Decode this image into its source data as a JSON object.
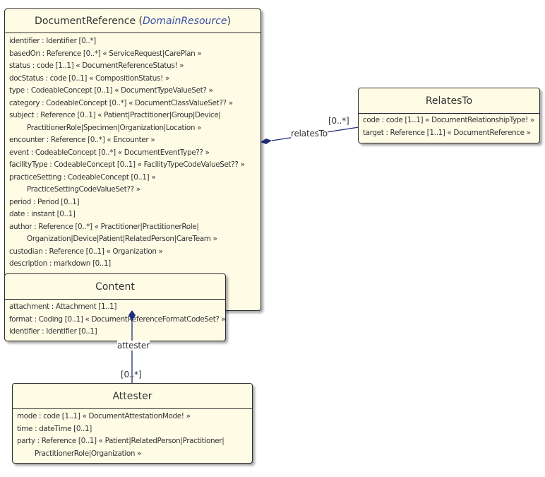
{
  "classes": {
    "document_reference": {
      "name": "DocumentReference",
      "stereotype_open": " (",
      "stereotype": "DomainResource",
      "stereotype_close": ")",
      "attributes": [
        {
          "text": "identifier : Identifier [0..*]"
        },
        {
          "text": "basedOn : Reference [0..*] « ServiceRequest|CarePlan »"
        },
        {
          "text": "status : code [1..1] « DocumentReferenceStatus! »"
        },
        {
          "text": "docStatus : code [0..1] « CompositionStatus! »"
        },
        {
          "text": "type : CodeableConcept [0..1] « DocumentTypeValueSet? »"
        },
        {
          "text": "category : CodeableConcept [0..*] « DocumentClassValueSet?? »"
        },
        {
          "text": "subject : Reference [0..1] « Patient|Practitioner|Group|Device|",
          "cont": "PractitionerRole|Specimen|Organization|Location »"
        },
        {
          "text": "encounter : Reference [0..*] « Encounter »"
        },
        {
          "text": "event : CodeableConcept [0..*] « DocumentEventType?? »"
        },
        {
          "text": "facilityType : CodeableConcept [0..1] « FacilityTypeCodeValueSet?? »"
        },
        {
          "text": "practiceSetting : CodeableConcept [0..1] «",
          "cont": "PracticeSettingCodeValueSet?? »"
        },
        {
          "text": "period : Period [0..1]"
        },
        {
          "text": "date : instant [0..1]"
        },
        {
          "text": "author : Reference [0..*] « Practitioner|PractitionerRole|",
          "cont": "Organization|Device|Patient|RelatedPerson|CareTeam »"
        },
        {
          "text": "custodian : Reference [0..1] « Organization »"
        },
        {
          "text": "description : markdown [0..1]"
        }
      ]
    },
    "relates_to": {
      "name": "RelatesTo",
      "attributes": [
        {
          "text": "code : code [1..1] « DocumentRelationshipType! »"
        },
        {
          "text": "target : Reference [1..1] « DocumentReference »"
        }
      ]
    },
    "content": {
      "name": "Content",
      "attributes": [
        {
          "text": "attachment : Attachment [1..1]"
        },
        {
          "text": "format : Coding [0..1] « DocumentReferenceFormatCodeSet? »"
        },
        {
          "text": "identifier : Identifier [0..1]"
        }
      ]
    },
    "attester": {
      "name": "Attester",
      "attributes": [
        {
          "text": "mode : code [1..1] « DocumentAttestationMode! »"
        },
        {
          "text": "time : dateTime [0..1]"
        },
        {
          "text": "party : Reference [0..1] « Patient|RelatedPerson|Practitioner|",
          "cont": "PractitionerRole|Organization »"
        }
      ]
    }
  },
  "associations": {
    "relates_to": {
      "role": "relatesTo",
      "multiplicity": "[0..*]"
    },
    "attester": {
      "role": "attester",
      "multiplicity": "[0..*]"
    }
  },
  "colors": {
    "box_fill": "#fffce6",
    "box_border": "#2b2b2b",
    "line": "#1f2e7a",
    "stereotype": "#3a4fa6",
    "text": "#333333"
  }
}
